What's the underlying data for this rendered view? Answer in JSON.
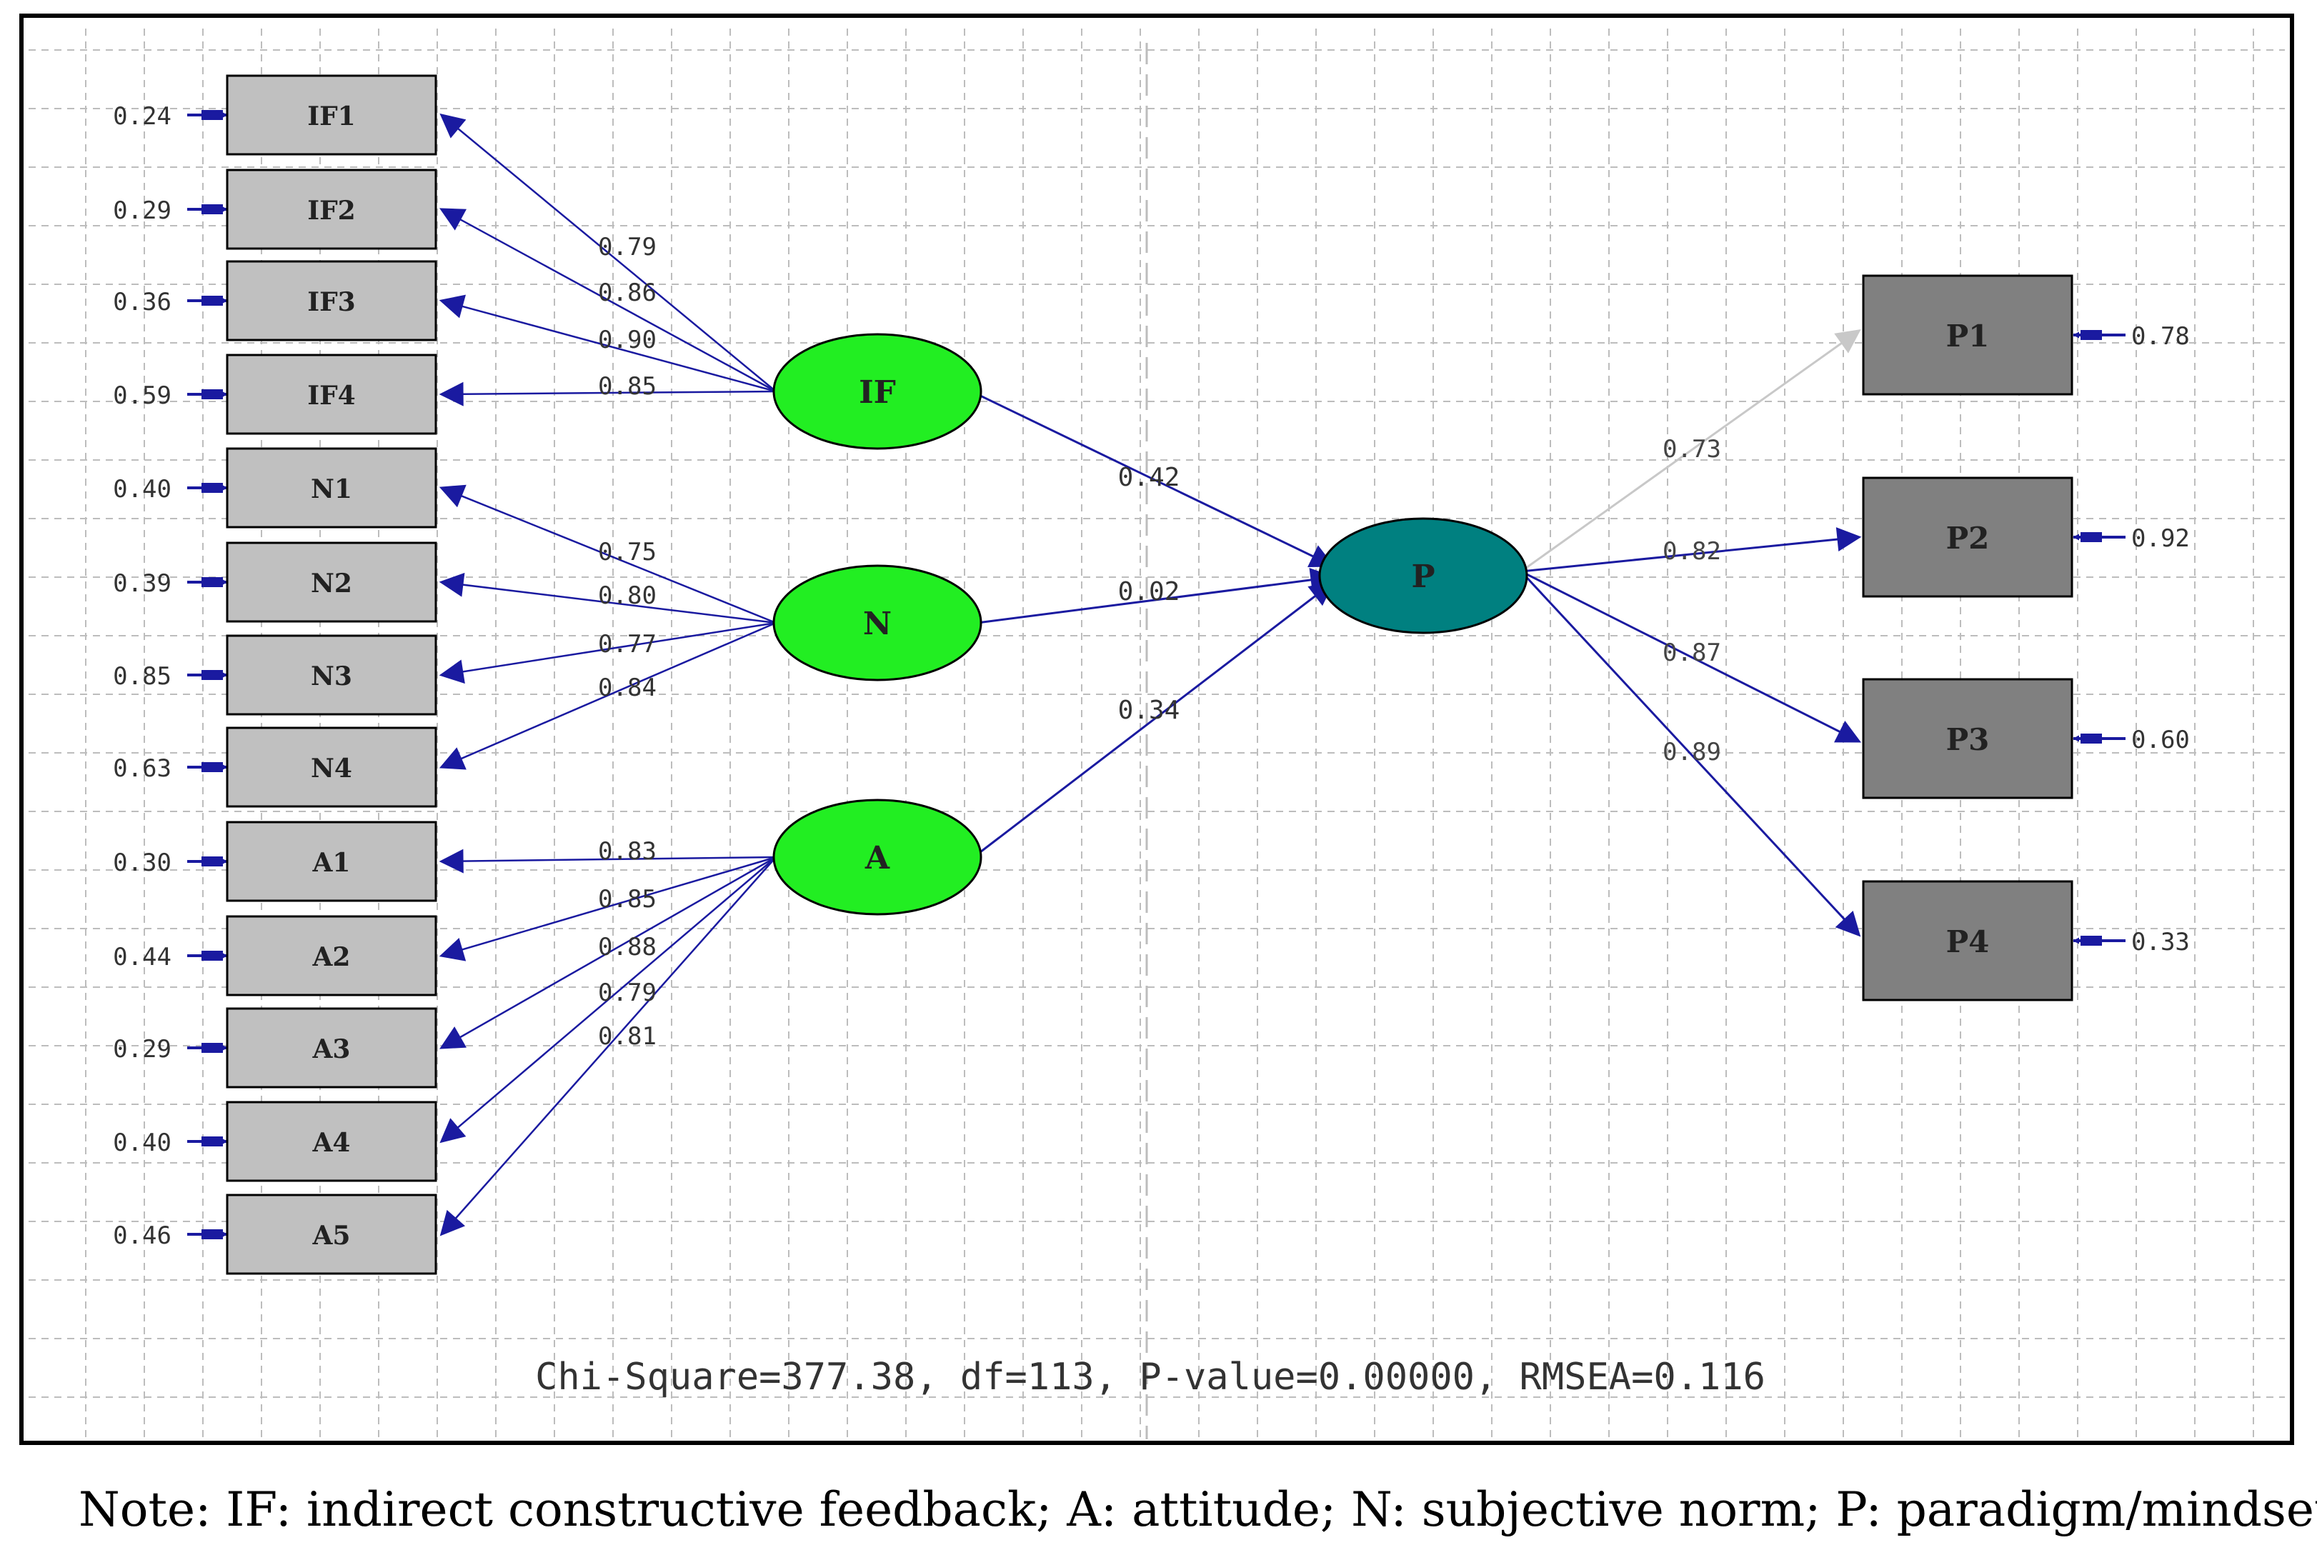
{
  "colors": {
    "path_blue": "#1a1aa0",
    "faint_path": "#c8c8c8",
    "latent_green": "#22ee22",
    "latent_teal": "#008080",
    "left_box": "#c0c0c0",
    "right_box": "#808080",
    "grid": "#bdbdbd"
  },
  "latents": [
    {
      "id": "IF",
      "label": "IF"
    },
    {
      "id": "N",
      "label": "N"
    },
    {
      "id": "A",
      "label": "A"
    },
    {
      "id": "P",
      "label": "P"
    }
  ],
  "indicators_left": [
    {
      "id": "IF1",
      "label": "IF1",
      "error": "0.24",
      "loading": "0.79",
      "factor": "IF"
    },
    {
      "id": "IF2",
      "label": "IF2",
      "error": "0.29",
      "loading": "0.86",
      "factor": "IF"
    },
    {
      "id": "IF3",
      "label": "IF3",
      "error": "0.36",
      "loading": "0.90",
      "factor": "IF"
    },
    {
      "id": "IF4",
      "label": "IF4",
      "error": "0.59",
      "loading": "0.85",
      "factor": "IF"
    },
    {
      "id": "N1",
      "label": "N1",
      "error": "0.40",
      "loading": "0.75",
      "factor": "N"
    },
    {
      "id": "N2",
      "label": "N2",
      "error": "0.39",
      "loading": "0.80",
      "factor": "N"
    },
    {
      "id": "N3",
      "label": "N3",
      "error": "0.85",
      "loading": "0.77",
      "factor": "N"
    },
    {
      "id": "N4",
      "label": "N4",
      "error": "0.63",
      "loading": "0.84",
      "factor": "N"
    },
    {
      "id": "A1",
      "label": "A1",
      "error": "0.30",
      "loading": "0.83",
      "factor": "A"
    },
    {
      "id": "A2",
      "label": "A2",
      "error": "0.44",
      "loading": "0.85",
      "factor": "A"
    },
    {
      "id": "A3",
      "label": "A3",
      "error": "0.29",
      "loading": "0.88",
      "factor": "A"
    },
    {
      "id": "A4",
      "label": "A4",
      "error": "0.40",
      "loading": "0.79",
      "factor": "A"
    },
    {
      "id": "A5",
      "label": "A5",
      "error": "0.46",
      "loading": "0.81",
      "factor": "A"
    }
  ],
  "indicators_right": [
    {
      "id": "P1",
      "label": "P1",
      "error": "0.78",
      "loading": "0.73"
    },
    {
      "id": "P2",
      "label": "P2",
      "error": "0.92",
      "loading": "0.82"
    },
    {
      "id": "P3",
      "label": "P3",
      "error": "0.60",
      "loading": "0.87"
    },
    {
      "id": "P4",
      "label": "P4",
      "error": "0.33",
      "loading": "0.89"
    }
  ],
  "structural_paths": [
    {
      "from": "IF",
      "to": "P",
      "coefficient": "0.42"
    },
    {
      "from": "N",
      "to": "P",
      "coefficient": "0.02"
    },
    {
      "from": "A",
      "to": "P",
      "coefficient": "0.34"
    }
  ],
  "fit_statistics": "Chi-Square=377.38, df=113, P-value=0.00000, RMSEA=0.116",
  "note": "Note: IF: indirect constructive feedback; A: attitude; N: subjective norm; P: paradigm/mindset"
}
